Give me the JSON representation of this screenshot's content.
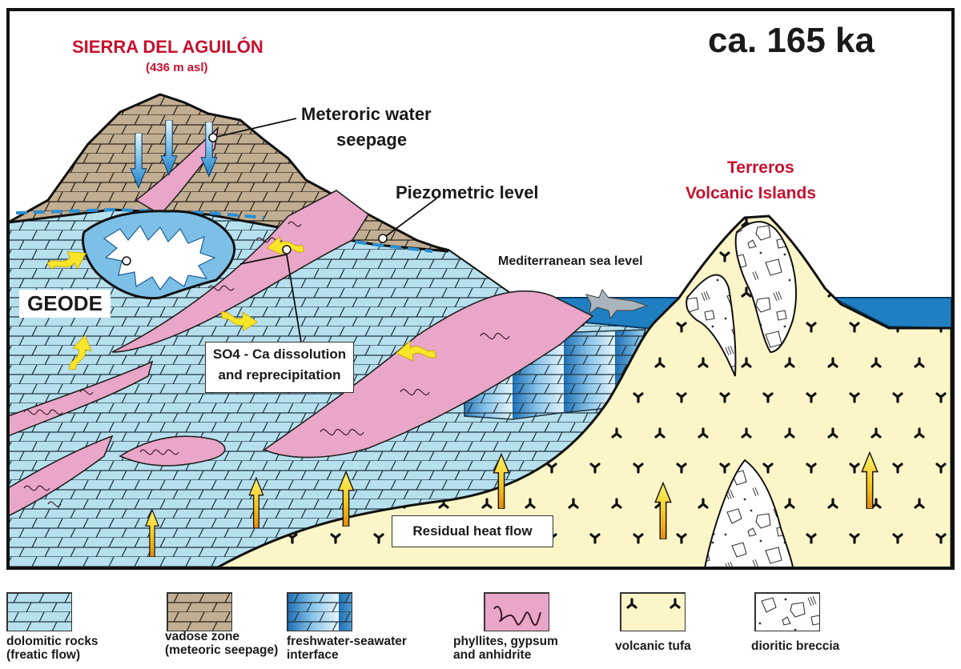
{
  "title": {
    "age": "ca. 165 ka",
    "mountain_name": "SIERRA DEL AGUILÓN",
    "mountain_elevation": "(436 m asl)",
    "island_line1": "Terreros",
    "island_line2": "Volcanic Islands"
  },
  "annotations": {
    "meteoric_line1": "Meteroric water",
    "meteoric_line2": "seepage",
    "piezometric": "Piezometric level",
    "sea_level": "Mediterranean sea level",
    "geode": "GEODE",
    "so4_line1": "SO4 - Ca dissolution",
    "so4_line2": "and reprecipitation",
    "heat_flow": "Residual heat flow"
  },
  "legend": [
    {
      "line1": "dolomitic rocks",
      "line2": "(freatic flow)",
      "color": "#b7e0ee",
      "pattern": "bricks"
    },
    {
      "line1": "vadose zone",
      "line2": "(meteoric seepage)",
      "color": "#c2ae92",
      "pattern": "bricks"
    },
    {
      "line1": "freshwater-seawater",
      "line2": "interface",
      "color": "#4b9fd6",
      "pattern": "gradient-bricks"
    },
    {
      "line1": "phyllites, gypsum",
      "line2": "and anhidrite",
      "color": "#eaa6c8",
      "pattern": "squiggles"
    },
    {
      "line1": "volcanic tufa",
      "line2": "",
      "color": "#fbf5c8",
      "pattern": "y-symbols"
    },
    {
      "line1": "dioritic breccia",
      "line2": "",
      "color": "#ffffff",
      "pattern": "clasts"
    }
  ],
  "colors": {
    "dolomite": "#b7e0ee",
    "vadose": "#c2ae92",
    "phyllite": "#eaa6c8",
    "tufa": "#fbf5c8",
    "sea": "#1f7fc2",
    "label_red": "#c8102e",
    "heat_arrow": "#f2c200",
    "flow_arrow": "#f7e62a",
    "seepage_arrow": "#2a8fd4"
  }
}
